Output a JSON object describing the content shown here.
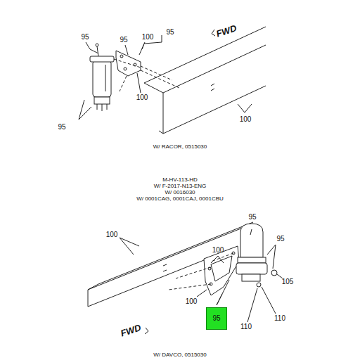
{
  "diagram": {
    "nodes": [
      {
        "text": [
          "95"
        ]
      }
    ],
    "edges": [],
    "labels": [
      "95",
      "95",
      "100",
      "95",
      "FWD",
      "100",
      "95",
      "100",
      "W/ RACOR, 0515030",
      "M-HV-113-HD",
      "W/ F-2017-N13-ENG",
      "W/ 0016030",
      "W/ 0001CAG, 0001CAJ, 0001CBU",
      "100",
      "95",
      "100",
      "95",
      "100",
      "105",
      "110",
      "110",
      "FWD",
      "W/ DAVCO, 0515030"
    ]
  }
}
